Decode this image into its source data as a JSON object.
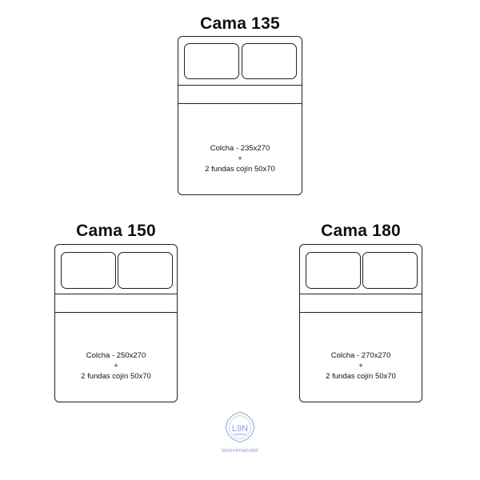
{
  "beds": [
    {
      "title": "Cama 135",
      "quilt": "Colcha - 235x270",
      "plus": "+",
      "cushions": "2 fundas cojín 50x70"
    },
    {
      "title": "Cama 150",
      "quilt": "Colcha - 250x270",
      "plus": "+",
      "cushions": "2 fundas cojín 50x70"
    },
    {
      "title": "Cama 180",
      "quilt": "Colcha - 270x270",
      "plus": "+",
      "cushions": "2 fundas cojín 50x70"
    }
  ],
  "logo": {
    "mark": "L9N",
    "name": "lanovenanube",
    "color": "#8aa6d6"
  }
}
